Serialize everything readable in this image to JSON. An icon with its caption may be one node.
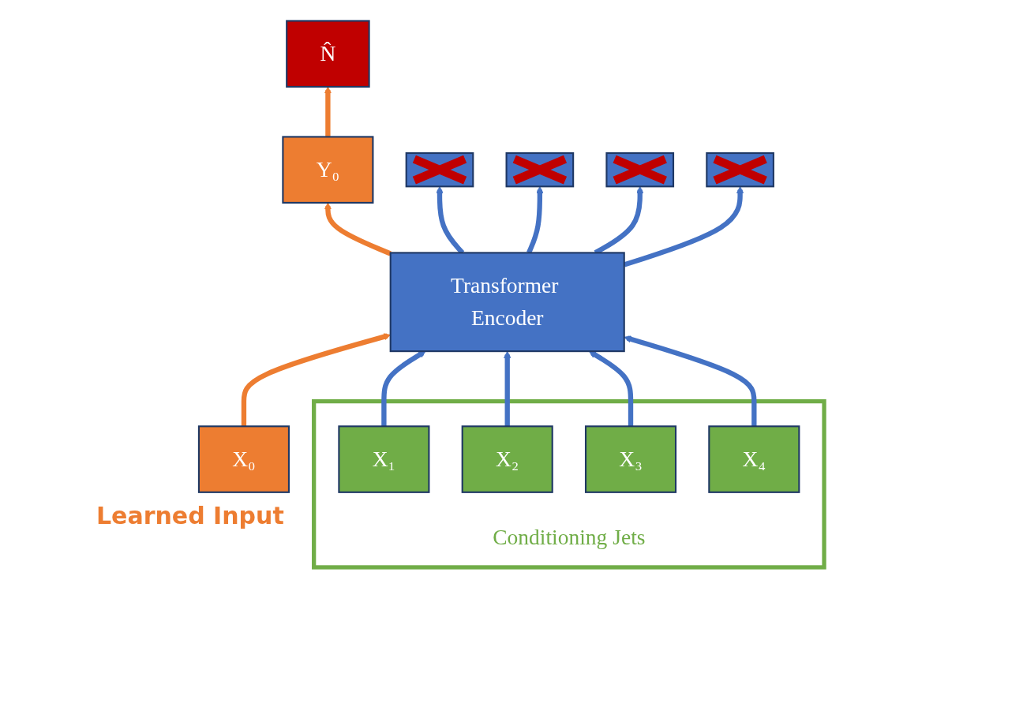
{
  "diagram": {
    "nodes": [
      {
        "text": [
          "N̂"
        ]
      },
      {
        "text": [
          "Y₀"
        ]
      },
      {
        "text": [],
        "shape": "box"
      },
      {
        "text": [],
        "shape": "box"
      },
      {
        "text": [],
        "shape": "box"
      },
      {
        "text": [],
        "shape": "box"
      },
      {
        "text": [
          "Transformer Encoder"
        ]
      },
      {
        "text": [
          "X₀"
        ],
        "beside": [
          "Learned Input"
        ]
      },
      {
        "text": [
          "Conditioning Jets"
        ]
      },
      {
        "text": [
          "X₁"
        ],
        "in": 8
      },
      {
        "text": [
          "X₂"
        ],
        "in": 8
      },
      {
        "text": [
          "X₃"
        ],
        "in": 8
      },
      {
        "text": [
          "X₄"
        ],
        "in": 8
      }
    ],
    "edges": [
      {
        "from": 1,
        "to": 0,
        "arrow": "to",
        "color": "#ed7d31"
      },
      {
        "from": 6,
        "to": 1,
        "arrow": "to",
        "color": "#ed7d31"
      },
      {
        "from": 6,
        "to": 2,
        "arrow": "to"
      },
      {
        "from": 6,
        "to": 3,
        "arrow": "to"
      },
      {
        "from": 6,
        "to": 4,
        "arrow": "to"
      },
      {
        "from": 6,
        "to": 5,
        "arrow": "to"
      },
      {
        "from": 7,
        "to": 6,
        "arrow": "to",
        "color": "#ed7d31"
      },
      {
        "from": 9,
        "to": 6,
        "arrow": "to"
      },
      {
        "from": 10,
        "to": 6,
        "arrow": "to"
      },
      {
        "from": 11,
        "to": 6,
        "arrow": "to"
      },
      {
        "from": 12,
        "to": 6,
        "arrow": "to"
      }
    ]
  }
}
